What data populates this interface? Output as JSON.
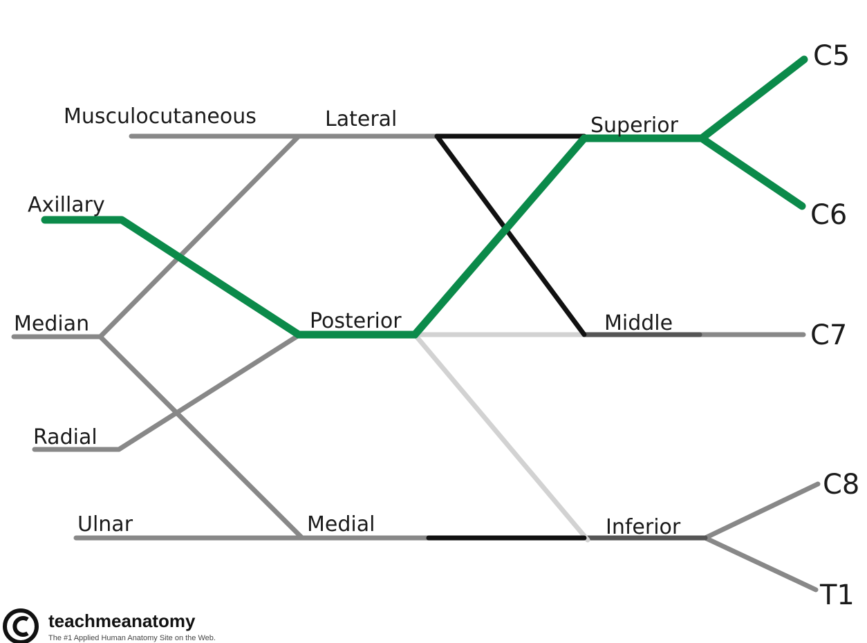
{
  "colors": {
    "green": "#0b8a4a",
    "gray": "#888888",
    "light_gray": "#d2d2d2",
    "black": "#111111",
    "dark_gray": "#555555"
  },
  "labels": {
    "nerves": {
      "musculocutaneous": "Musculocutaneous",
      "axillary": "Axillary",
      "median": "Median",
      "radial": "Radial",
      "ulnar": "Ulnar"
    },
    "cords": {
      "lateral": "Lateral",
      "posterior": "Posterior",
      "medial": "Medial"
    },
    "trunks": {
      "superior": "Superior",
      "middle": "Middle",
      "inferior": "Inferior"
    },
    "roots": {
      "c5": "C5",
      "c6": "C6",
      "c7": "C7",
      "c8": "C8",
      "t1": "T1"
    }
  },
  "highlighted_path": [
    "C5",
    "C6",
    "Superior",
    "Posterior",
    "Axillary"
  ],
  "branding": {
    "logo_symbol": "©",
    "site_name": "teachmeanatomy",
    "tagline": "The #1 Applied Human Anatomy Site on the Web."
  }
}
